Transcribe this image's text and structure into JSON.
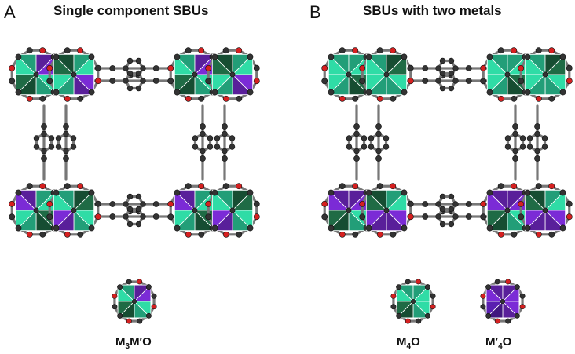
{
  "panels": [
    {
      "letter": "A",
      "title": "Single component SBUs",
      "sbus": [
        {
          "formula_parts": [
            "M",
            "3",
            "M′O"
          ],
          "metal_colors": [
            "#2fdca6",
            "#7b2bd6",
            "#2fdca6",
            "#1f6b45"
          ]
        }
      ]
    },
    {
      "letter": "B",
      "title": "SBUs with two metals",
      "sbus": [
        {
          "formula_parts": [
            "M",
            "4",
            "O"
          ],
          "metal_colors": [
            "#2fdca6",
            "#2fdca6",
            "#2fdca6",
            "#1f6b45"
          ]
        },
        {
          "formula_parts": [
            "M′",
            "4",
            "O"
          ],
          "metal_colors": [
            "#7b2bd6",
            "#7b2bd6",
            "#7b2bd6",
            "#5a1fb0"
          ]
        }
      ]
    }
  ],
  "colors": {
    "metal_a": "#2fdca6",
    "metal_a_dark": "#1f6b45",
    "metal_b": "#7b2bd6",
    "carbon": "#333333",
    "oxygen": "#d62020",
    "bond": "#777777"
  }
}
